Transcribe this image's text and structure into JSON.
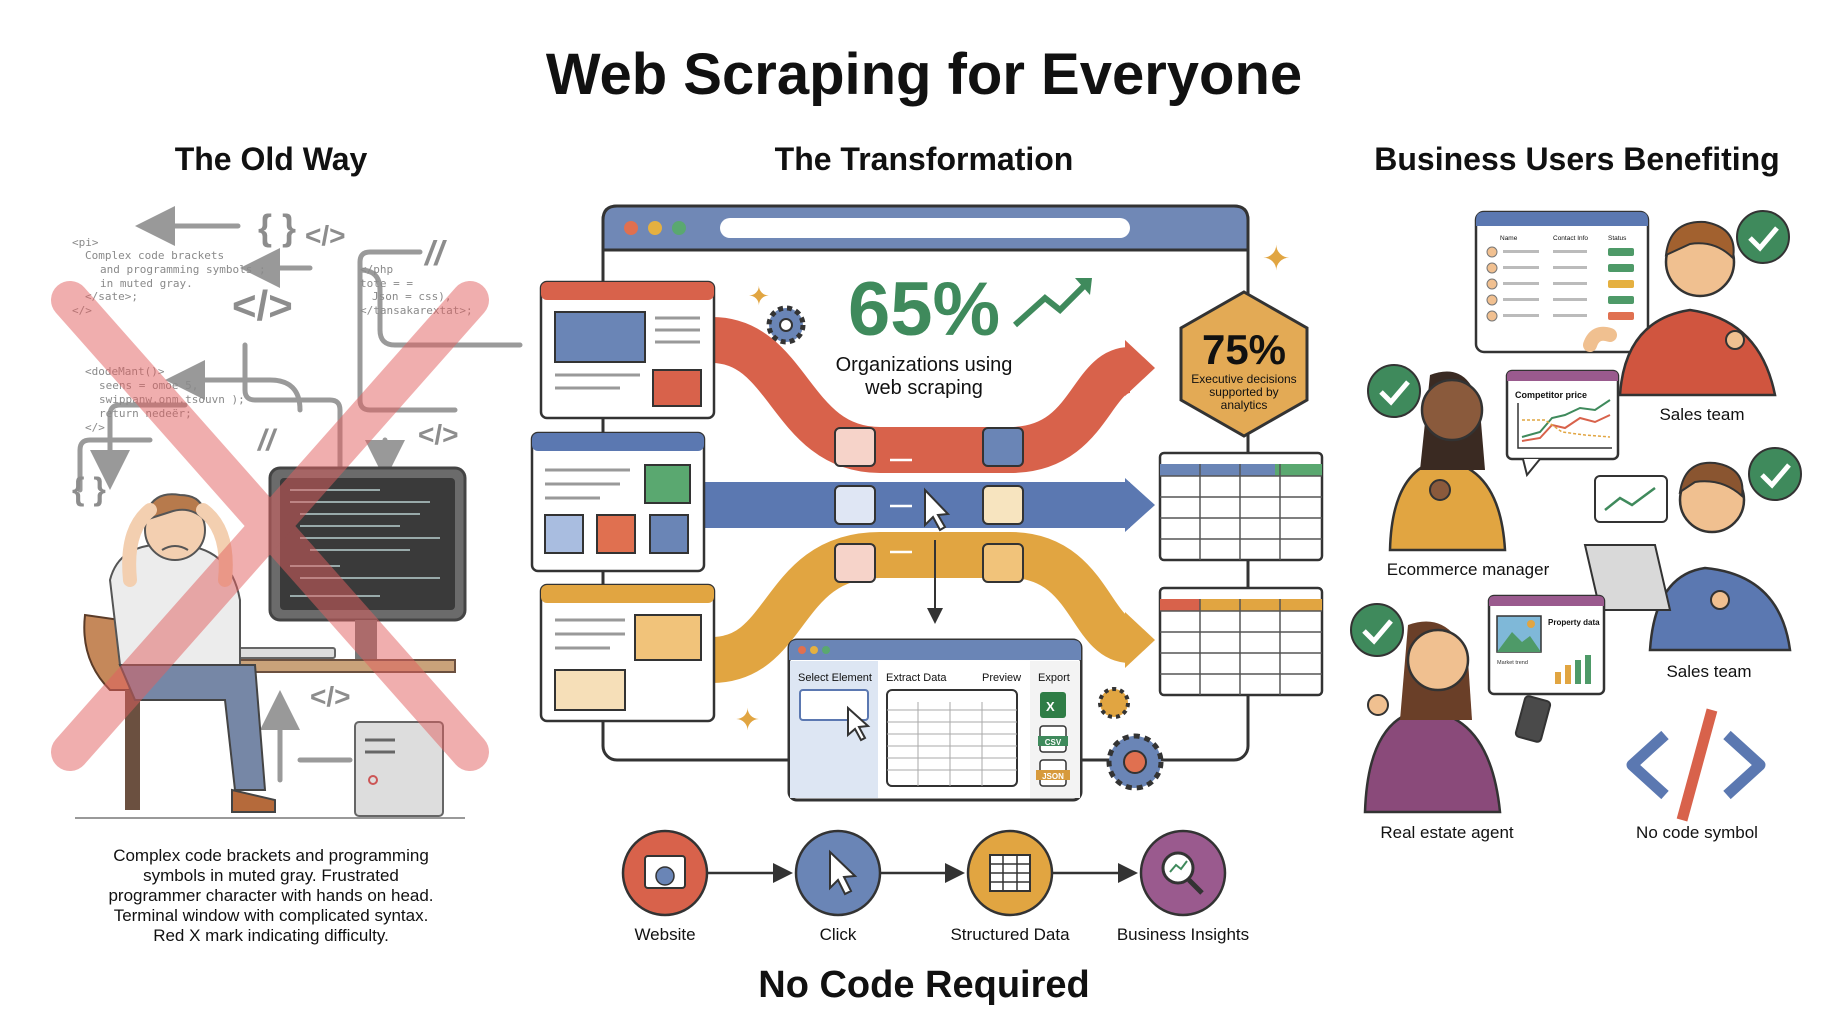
{
  "title": "Web Scraping for Everyone",
  "columns": {
    "old_way": "The Old Way",
    "transformation": "The Transformation",
    "business": "Business Users Benefiting"
  },
  "old_way": {
    "code_left": [
      "<pi>",
      "Complex code brackets",
      "and programming symbols ;",
      "in muted gray.",
      "</sate>;",
      "</>"
    ],
    "code_right": [
      "</php",
      "tote = =",
      "Json = css),",
      "</tansakarextat>;"
    ],
    "code_lower": [
      "<dodeMant()>",
      "seens = omoe 5,",
      "swippanw.onm.tsouvn );",
      "return nedeër;",
      "</>"
    ],
    "symbols": [
      "{ }",
      "</>",
      "</>",
      "//",
      "//",
      "</>",
      "{ }",
      "</>"
    ],
    "caption": [
      "Complex code brackets and programming",
      "symbols in muted gray. Frustrated",
      "programmer character with hands on head.",
      "Terminal window with complicated syntax.",
      "Red X mark indicating difficulty."
    ]
  },
  "transformation": {
    "stat_value": "65%",
    "stat_label": [
      "Organizations using",
      "web scraping"
    ],
    "hex_value": "75%",
    "hex_label": [
      "Executive decisions",
      "supported by",
      "analytics"
    ],
    "extractor": {
      "select": "Select Element",
      "extract": "Extract Data",
      "preview": "Preview",
      "export": "Export",
      "formats": [
        "X",
        "CSV",
        "JSON"
      ]
    },
    "flow_steps": [
      "Website",
      "Click",
      "Structured Data",
      "Business Insights"
    ],
    "footer": "No Code Required"
  },
  "business": {
    "crm_headers": [
      "Name",
      "Contact Info",
      "Status"
    ],
    "competitor_title": "Competitor price",
    "property_title": "Property data",
    "market_trend": "Market trend",
    "labels": [
      "Sales team",
      "Ecommerce manager",
      "Sales team",
      "Real estate agent",
      "No code symbol"
    ]
  },
  "colors": {
    "red": "#d8624b",
    "blue": "#5b78b1",
    "yellow": "#e1a541",
    "green": "#3f8a5c",
    "hex": "#e3aa55",
    "x_mark": "#e26060"
  }
}
